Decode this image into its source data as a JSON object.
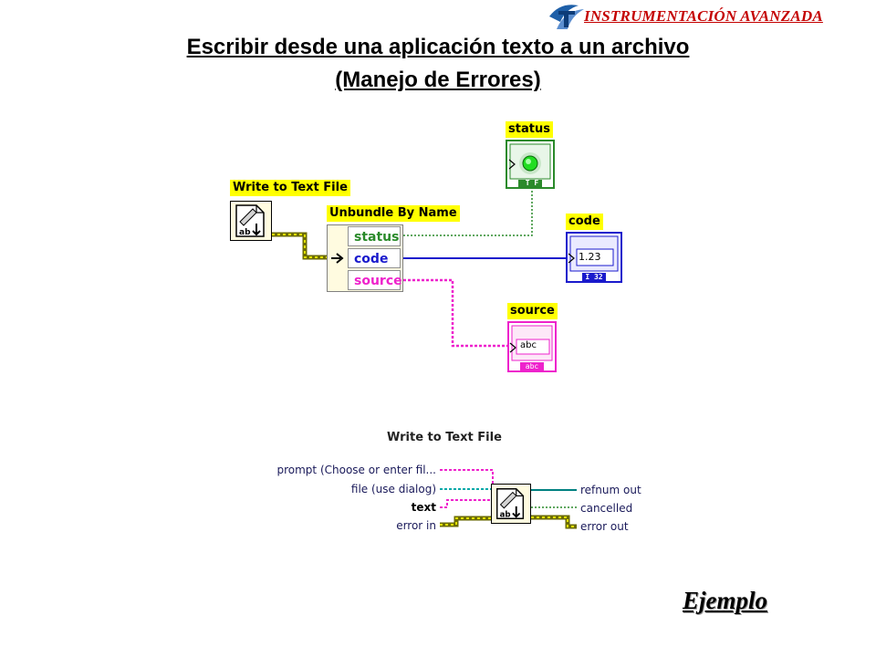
{
  "header": {
    "brand": "INSTRUMENTACIÓN AVANZADA",
    "colors": {
      "brand": "#c40000"
    }
  },
  "slide": {
    "title_line1": "Escribir desde una aplicación texto a un archivo",
    "title_line2": "(Manejo de Errores)",
    "footer": "Ejemplo"
  },
  "diagram": {
    "write_node": {
      "label": "Write to Text File",
      "icon": "write-file-icon"
    },
    "unbundle": {
      "label": "Unbundle By Name",
      "fields": [
        {
          "name": "status",
          "color": "#2a8a2a"
        },
        {
          "name": "code",
          "color": "#1a1acc"
        },
        {
          "name": "source",
          "color": "#ee22cc"
        }
      ]
    },
    "indicators": {
      "status": {
        "label": "status",
        "glyph": "T F",
        "icon": "led-icon",
        "color": "#2a8a2a"
      },
      "code": {
        "label": "code",
        "value": "1.23",
        "glyph": "I 32",
        "icon": "numeric-indicator-icon",
        "color": "#1a1acc"
      },
      "source": {
        "label": "source",
        "value": "abc",
        "glyph": "abc",
        "icon": "string-indicator-icon",
        "color": "#ee22cc"
      }
    },
    "connector_pane": {
      "title": "Write to Text File",
      "inputs": [
        {
          "name": "prompt (Choose or enter fil...",
          "bold": false
        },
        {
          "name": "file (use dialog)",
          "bold": false
        },
        {
          "name": "text",
          "bold": true
        },
        {
          "name": "error in",
          "bold": false
        }
      ],
      "outputs": [
        "refnum out",
        "cancelled",
        "error out"
      ]
    },
    "wire_colors": {
      "error": "#c8c800",
      "boolean": "#2a8a2a",
      "numeric": "#1a1acc",
      "string": "#ee22cc",
      "path": "#00a8a8",
      "refnum": "#008080"
    }
  }
}
